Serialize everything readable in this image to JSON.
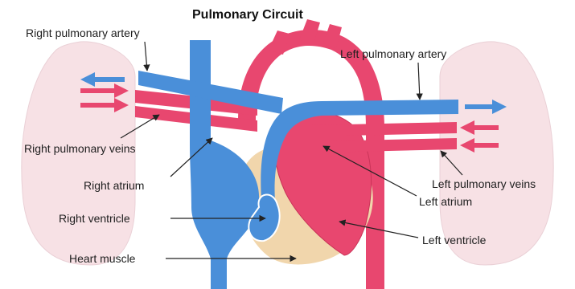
{
  "title": "Pulmonary Circuit",
  "labels": {
    "right_pulmonary_artery": "Right pulmonary artery",
    "left_pulmonary_artery": "Left pulmonary artery",
    "right_pulmonary_veins": "Right pulmonary veins",
    "left_pulmonary_veins": "Left pulmonary veins",
    "right_atrium": "Right atrium",
    "left_atrium": "Left atrium",
    "right_ventricle": "Right ventricle",
    "left_ventricle": "Left ventricle",
    "heart_muscle": "Heart muscle"
  },
  "colors": {
    "deoxygenated_blood": "#4a8fd9",
    "oxygenated_blood": "#e8476f",
    "lung_tissue": "#f7e1e5",
    "heart_muscle": "#f1d6ac",
    "leader_line": "#222222"
  }
}
